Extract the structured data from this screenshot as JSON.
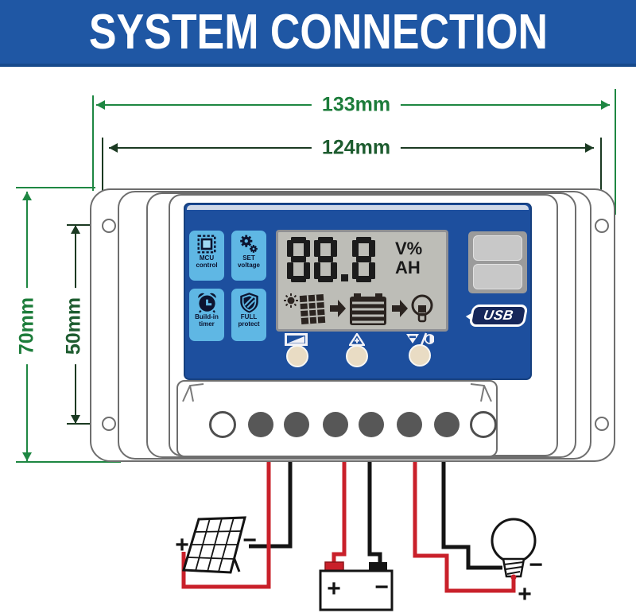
{
  "header": {
    "title": "SYSTEM CONNECTION"
  },
  "dimensions": {
    "overall_width": "133mm",
    "mounting_hole_width": "124mm",
    "overall_height": "70mm",
    "mounting_hole_height": "50mm"
  },
  "controller": {
    "badges": [
      {
        "icon": "mcu-chip-stamp-icon",
        "line1": "MCU",
        "line2": "control"
      },
      {
        "icon": "gears-icon",
        "line1": "SET",
        "line2": "voltage"
      },
      {
        "icon": "alarm-clock-icon",
        "line1": "Build-in",
        "line2": "timer"
      },
      {
        "icon": "shield-icon",
        "line1": "FULL",
        "line2": "protect"
      }
    ],
    "lcd": {
      "value": "88.8",
      "unit_top": "V%",
      "unit_bottom": "AH",
      "flow_icons": [
        "sun-icon",
        "solar-panel-icon",
        "arrow-right-icon",
        "battery-icon",
        "arrow-right-icon",
        "bulb-icon"
      ]
    },
    "usb_logo": "USB",
    "buttons": [
      {
        "icon": "load-mode-icon"
      },
      {
        "icon": "up-plus-triangle-icon"
      },
      {
        "icon": "down-minus-contrast-icon"
      }
    ],
    "terminal_count": 6
  },
  "wiring": {
    "solar_panel": {
      "plus": "+",
      "minus": "−"
    },
    "battery": {
      "plus": "+",
      "minus": "−"
    },
    "load_bulb": {
      "minus": "−",
      "plus": "+"
    }
  },
  "palette": {
    "banner_blue": "#1f57a4",
    "panel_blue": "#1d4f9e",
    "badge_blue": "#5fb7e4",
    "icon_navy": "#0c1430",
    "lcd_gray": "#bdbdb7",
    "wire_red": "#c9202a",
    "wire_black": "#141414",
    "dim_green": "#1e8742",
    "dim_dark_green": "#1b3a22",
    "outline_gray": "#6e6e6e",
    "button_beige": "#e9dcc4"
  }
}
